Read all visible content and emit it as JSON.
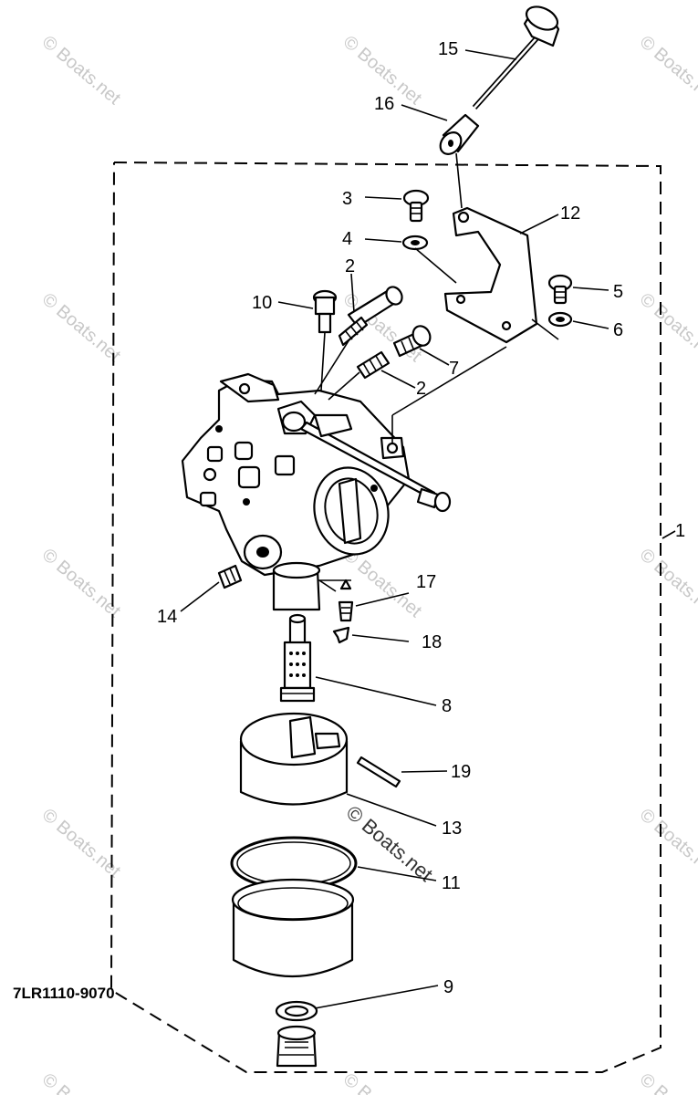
{
  "diagram": {
    "drawing_code": "7LR1110-9070",
    "watermark": "© Boats.net",
    "callouts": [
      "15",
      "16",
      "3",
      "12",
      "4",
      "2",
      "5",
      "10",
      "6",
      "7",
      "2",
      "1",
      "14",
      "17",
      "18",
      "8",
      "19",
      "13",
      "11",
      "9"
    ]
  }
}
